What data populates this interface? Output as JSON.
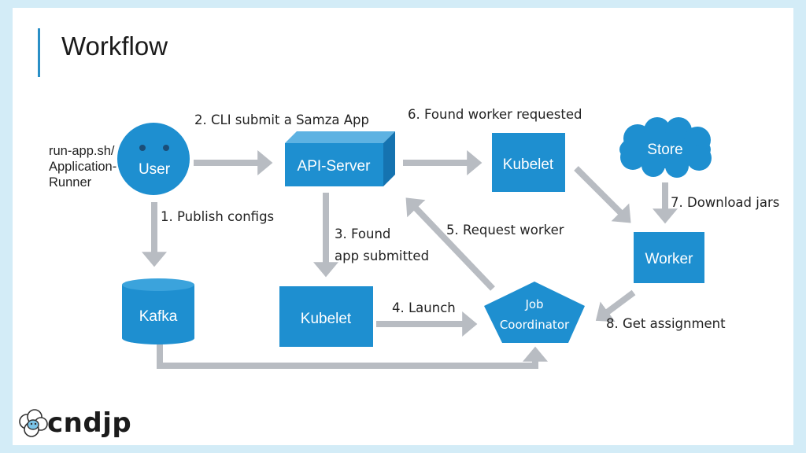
{
  "title": "Workflow",
  "nodes": {
    "user": "User",
    "api_server": "API-Server",
    "kubelet_top": "Kubelet",
    "store": "Store",
    "worker": "Worker",
    "kafka": "Kafka",
    "kubelet_bottom": "Kubelet",
    "job_coordinator_line1": "Job",
    "job_coordinator_line2": "Coordinator"
  },
  "side_label": {
    "line1": "run-app.sh/",
    "line2": "Application-",
    "line3": "Runner"
  },
  "steps": {
    "s1": "1. Publish configs",
    "s2": "2. CLI submit a Samza App",
    "s3_line1": "3. Found",
    "s3_line2": "app submitted",
    "s4": "4. Launch",
    "s5": "5. Request worker",
    "s6": "6. Found worker requested",
    "s7": "7. Download jars",
    "s8": "8.  Get assignment"
  },
  "logo": "cndjp",
  "colors": {
    "node_blue": "#1e8fd0",
    "arrow_gray": "#b8bcc2",
    "background": "#d3ecf7"
  }
}
